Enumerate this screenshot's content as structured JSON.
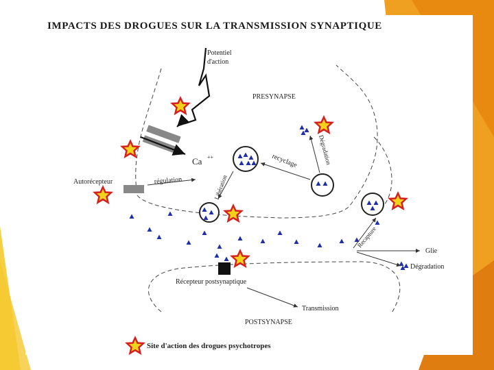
{
  "title": "IMPACTS DES DROGUES SUR LA TRANSMISSION SYNAPTIQUE",
  "labels": {
    "action_potential_line1": "Potentiel",
    "action_potential_line2": "d'action",
    "presynapse": "PRESYNAPSE",
    "postsynapse": "POSTSYNAPSE",
    "calcium": "Ca",
    "calcium_charge": "++",
    "autoreceptor": "Autorécepteur",
    "regulation": "régulation",
    "liberation": "Libération",
    "recycling": "recyclage",
    "degradation_vertical": "Dégradation",
    "recapture": "Recapture",
    "glia": "Glie",
    "degradation": "Dégradation",
    "postsynaptic_receptor": "Récepteur postsynaptique",
    "transmission": "Transmission",
    "legend": "Site d'action des drogues psychotropes"
  },
  "colors": {
    "accent_orange": "#e8901a",
    "accent_yellow": "#f5c830",
    "star_fill": "#f2d21a",
    "star_stroke": "#d62020",
    "molecule": "#1f2fa8",
    "line": "#333333"
  }
}
